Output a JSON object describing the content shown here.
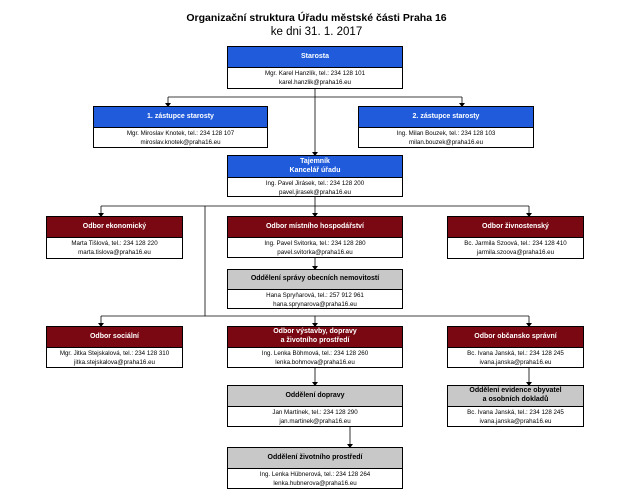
{
  "title": "Organizační struktura Úřadu městské části Praha 16",
  "subtitle": "ke dni 31. 1. 2017",
  "nodes": {
    "starosta": {
      "header": [
        "Starosta"
      ],
      "person": "Mgr. Karel Hanzlík, tel.: 234 128 101",
      "email": "karel.hanzlik@praha16.eu"
    },
    "zastupce1": {
      "header": [
        "1. zástupce starosty"
      ],
      "person": "Mgr. Miroslav Knotek, tel.: 234 128 107",
      "email": "miroslav.knotek@praha16.eu"
    },
    "zastupce2": {
      "header": [
        "2. zástupce starosty"
      ],
      "person": "Ing. Milan Bouzek, tel.: 234 128 103",
      "email": "milan.bouzek@praha16.eu"
    },
    "tajemnik": {
      "header": [
        "Tajemník",
        "Kancelář úřadu"
      ],
      "person": "Ing. Pavel Jirásek, tel.: 234 128 200",
      "email": "pavel.jirasek@praha16.eu"
    },
    "ekonomicky": {
      "header": [
        "Odbor ekonomický"
      ],
      "person": "Marta Tišlová, tel.: 234 128 220",
      "email": "marta.tislova@praha16.eu"
    },
    "hospodarstvi": {
      "header": [
        "Odbor místního hospodářství"
      ],
      "person": "Ing. Pavel Svitorka, tel.: 234 128 280",
      "email": "pavel.svitorka@praha16.eu"
    },
    "zivnostensky": {
      "header": [
        "Odbor živnostenský"
      ],
      "person": "Bc. Jarmila Szoová, tel.: 234 128 410",
      "email": "jarmila.szoova@praha16.eu"
    },
    "nemovitosti": {
      "header": [
        "Oddělení správy obecních nemovitostí"
      ],
      "person": "Hana Spryňarová, tel.: 257 912 961",
      "email": "hana.sprynarova@praha16.eu"
    },
    "socialni": {
      "header": [
        "Odbor sociální"
      ],
      "person": "Mgr. Jitka Stejskalová, tel.: 234 128 310",
      "email": "jitka.stejskalova@praha16.eu"
    },
    "vystavba": {
      "header": [
        "Odbor výstavby, dopravy",
        "a životního prostředí"
      ],
      "person": "Ing. Lenka Böhmová, tel.: 234 128 260",
      "email": "lenka.bohmova@praha16.eu"
    },
    "obcansko": {
      "header": [
        "Odbor občansko správní"
      ],
      "person": "Bc. Ivana Janská, tel.: 234 128 245",
      "email": "ivana.janska@praha16.eu"
    },
    "doprava": {
      "header": [
        "Oddělení dopravy"
      ],
      "person": "Jan Martínek, tel.: 234 128 290",
      "email": "jan.martinek@praha16.eu"
    },
    "evidence": {
      "header": [
        "Oddělení evidence obyvatel",
        "a osobních dokladů"
      ],
      "person": "Bc. Ivana Janská, tel.: 234 128 245",
      "email": "ivana.janska@praha16.eu"
    },
    "zivotni": {
      "header": [
        "Oddělení životního prostředí"
      ],
      "person": "Ing. Lenka Hübnerová, tel.: 234 128 264",
      "email": "lenka.hubnerova@praha16.eu"
    }
  }
}
